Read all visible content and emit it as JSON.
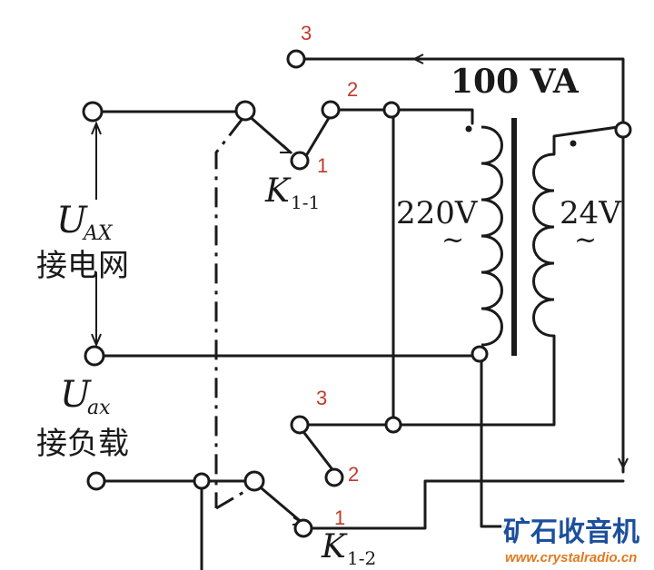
{
  "diagram": {
    "terminal_numbers": {
      "top_3": "3",
      "k11_2": "2",
      "k11_1": "1",
      "k12_3": "3",
      "k12_2": "2",
      "k12_1": "1"
    },
    "rating": "100 VA",
    "primary_voltage": "220V",
    "secondary_voltage": "24V",
    "tilde": "~",
    "switch_top": {
      "letter": "K",
      "sub": "1-1"
    },
    "switch_bottom": {
      "letter": "K",
      "sub": "1-2"
    },
    "input": {
      "symbol": "U",
      "sub": "AX",
      "caption": "接电网"
    },
    "output": {
      "symbol": "U",
      "sub": "ax",
      "caption": "接负载"
    },
    "colors": {
      "line": "#1a1a1a",
      "number": "#c0392b",
      "brand_blue": "#1d4f9c",
      "brand_orange": "#e07a1f"
    }
  },
  "watermark": {
    "name": "矿石收音机",
    "url": "www.crystalradio.cn"
  }
}
